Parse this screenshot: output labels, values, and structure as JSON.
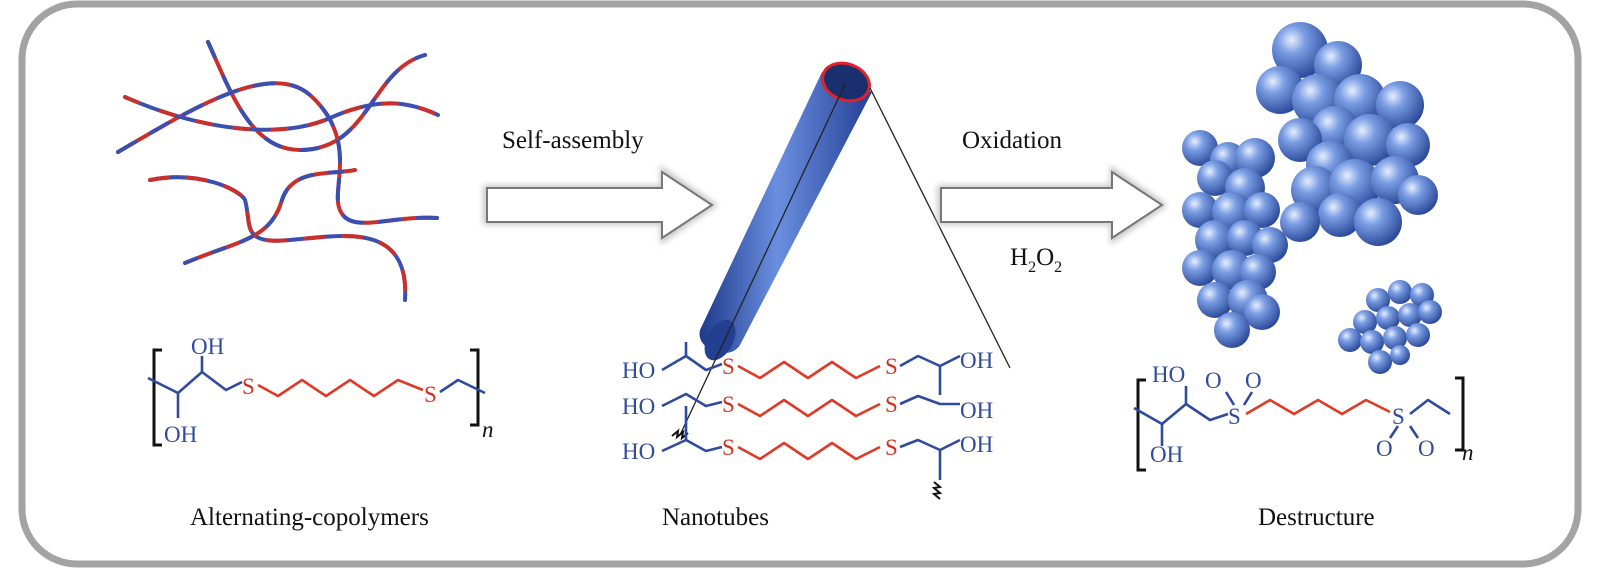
{
  "panels": {
    "left": {
      "caption": "Alternating-copolymers"
    },
    "middle": {
      "caption": "Nanotubes"
    },
    "right": {
      "caption": "Destructure"
    }
  },
  "arrows": {
    "first": {
      "label": "Self-assembly"
    },
    "second": {
      "label": "Oxidation",
      "reagent_main": "H",
      "reagent_sub1": "2",
      "reagent_mid": "O",
      "reagent_sub2": "2"
    }
  },
  "chem": {
    "oh": "OH",
    "ho": "HO",
    "s": "S",
    "o": "O",
    "n": "n"
  },
  "colors": {
    "blue": "#2f4a9e",
    "red": "#e03a26",
    "border": "#a0a0a0",
    "sphere": "#6a8fd8"
  }
}
